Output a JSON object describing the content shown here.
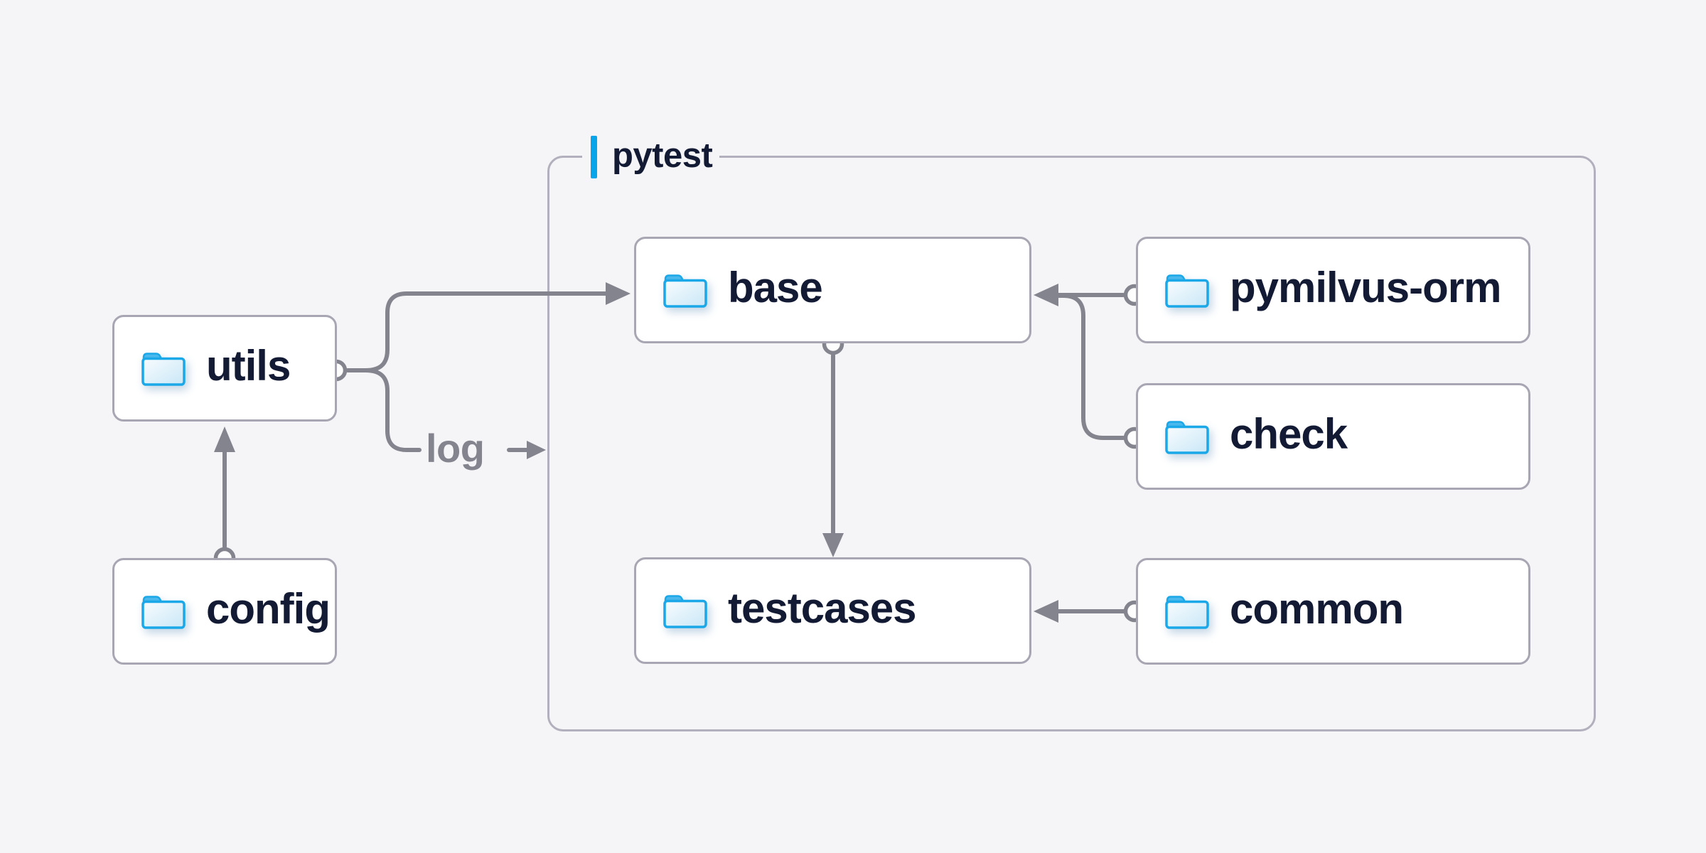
{
  "page": {
    "background_color": "#f5f5f7"
  },
  "diagram": {
    "group": {
      "label": "pytest",
      "accent_color": "#09a5eb",
      "border_color": "#b2b0bd"
    },
    "nodes": [
      {
        "id": "utils",
        "label": "utils"
      },
      {
        "id": "config",
        "label": "config"
      },
      {
        "id": "base",
        "label": "base"
      },
      {
        "id": "testcases",
        "label": "testcases"
      },
      {
        "id": "pymilvus-orm",
        "label": "pymilvus-orm"
      },
      {
        "id": "check",
        "label": "check"
      },
      {
        "id": "common",
        "label": "common"
      }
    ],
    "edges": [
      {
        "from": "config",
        "to": "utils"
      },
      {
        "from": "utils",
        "to": "base"
      },
      {
        "from": "utils",
        "to": "pytest-group",
        "label": "log"
      },
      {
        "from": "pymilvus-orm",
        "to": "base"
      },
      {
        "from": "check",
        "to": "base"
      },
      {
        "from": "base",
        "to": "testcases"
      },
      {
        "from": "common",
        "to": "testcases"
      }
    ],
    "colors": {
      "node_fill": "#ffffff",
      "node_border": "#a7a6b2",
      "connector": "#84848e",
      "label_text": "#131a33",
      "edge_label_text": "#84848e",
      "folder_outline": "#1ba8e8",
      "folder_tab_fill": "#4ab8ec"
    },
    "icon": {
      "name": "folder-icon"
    }
  }
}
